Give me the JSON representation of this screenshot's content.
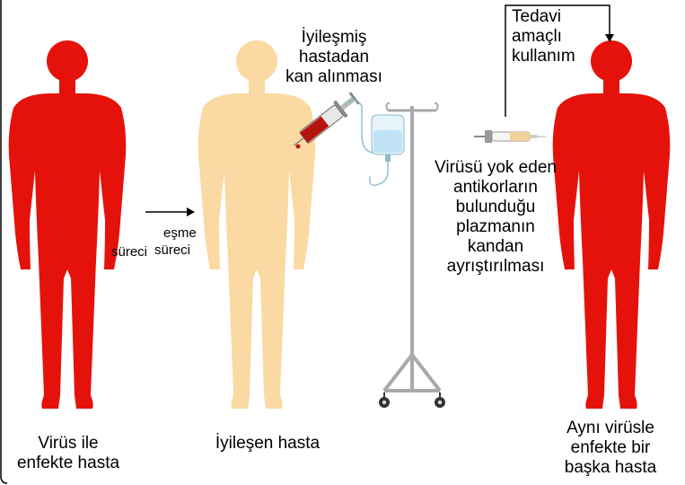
{
  "labels": {
    "infected_patient": [
      "Virüs ile",
      "enfekte hasta"
    ],
    "recovery_process": {
      "line1": "eşme",
      "line2a": "süreci",
      "line2b": "süreci"
    },
    "recovered_patient": "İyileşen hasta",
    "blood_draw": [
      "İyileşmiş",
      "hastadan",
      "kan alınması"
    ],
    "plasma_separation": [
      "Virüsü yok eden",
      "antikorların",
      "bulunduğu",
      "plazmanın",
      "kandan",
      "ayrıştırılması"
    ],
    "therapeutic_use": [
      "Tedavi",
      "amaçlı",
      "kullanım"
    ],
    "another_patient": [
      "Aynı virüsle",
      "enfekte bir",
      "başka hasta"
    ]
  },
  "colors": {
    "infected_figure": "#e5120c",
    "recovered_figure": "#fbd9a3",
    "blood": "#b3150e",
    "iv_fluid": "#bfe3f4",
    "stand": "#a7a9ac"
  }
}
